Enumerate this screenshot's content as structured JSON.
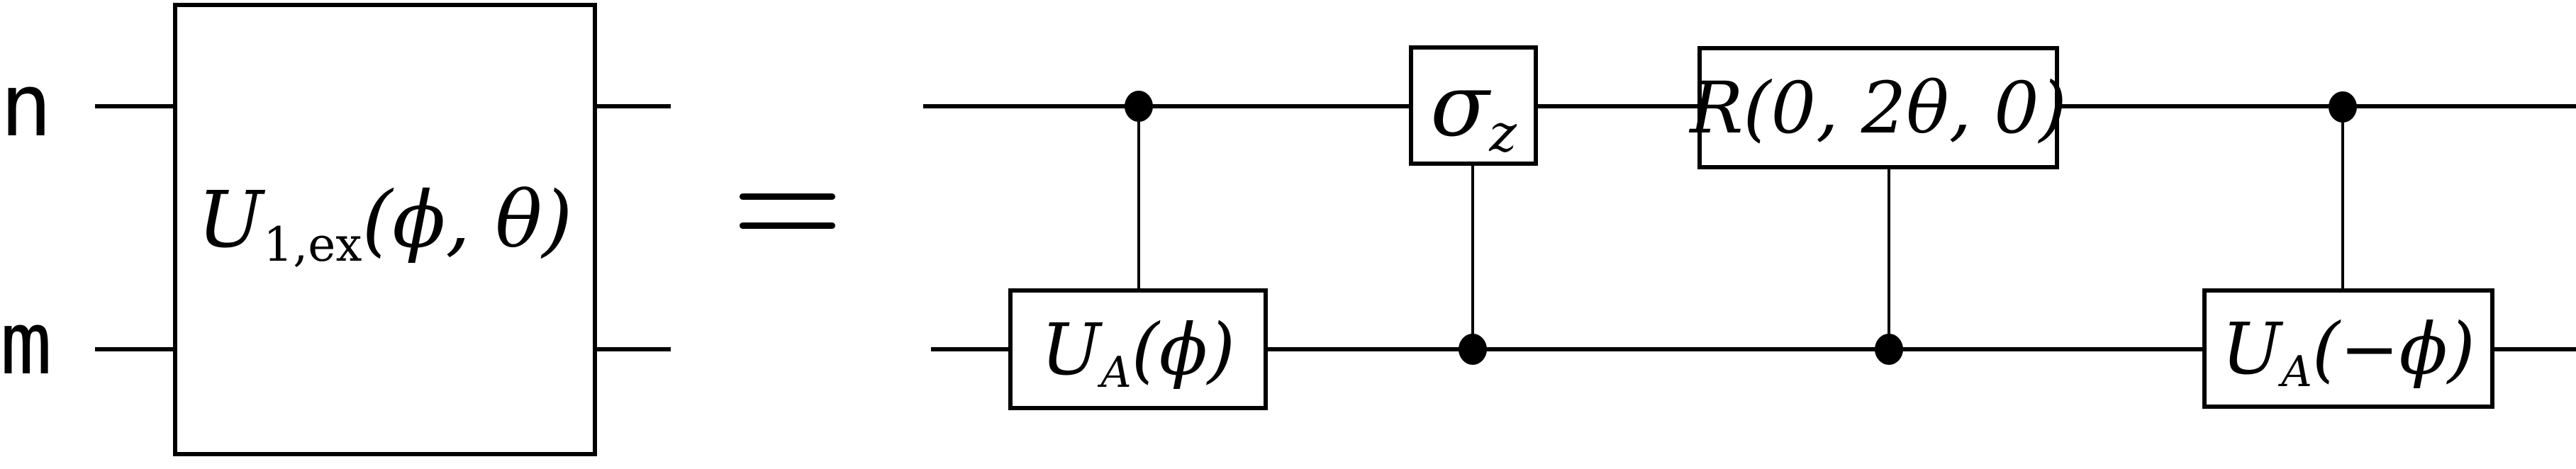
{
  "figure": {
    "kind": "quantum-circuit-identity-diagram",
    "background_color": "#ffffff",
    "ink_color": "#000000"
  },
  "lhs": {
    "wire_labels": {
      "top": "n",
      "bottom": "m"
    },
    "gate_label": {
      "main": "U",
      "sub": "1,ex",
      "args": "(ϕ, θ)"
    }
  },
  "equals_sign": "=",
  "rhs": {
    "gates": [
      {
        "id": "controlled-ua-phi",
        "type": "controlled-gate",
        "control_wire": "top",
        "target_wire": "bottom",
        "label": {
          "main": "U",
          "sub": "A",
          "args": "(ϕ)"
        }
      },
      {
        "id": "controlled-sigma-z",
        "type": "controlled-gate",
        "control_wire": "bottom",
        "target_wire": "top",
        "label": {
          "main": "σ",
          "sub": "z",
          "args": ""
        }
      },
      {
        "id": "controlled-rotation",
        "type": "controlled-gate",
        "control_wire": "bottom",
        "target_wire": "top",
        "label": {
          "main": "R",
          "sub": "",
          "args": "(0, 2θ, 0)"
        }
      },
      {
        "id": "controlled-ua-minus-phi",
        "type": "controlled-gate",
        "control_wire": "top",
        "target_wire": "bottom",
        "label": {
          "main": "U",
          "sub": "A",
          "args": "(−ϕ)"
        }
      }
    ]
  }
}
